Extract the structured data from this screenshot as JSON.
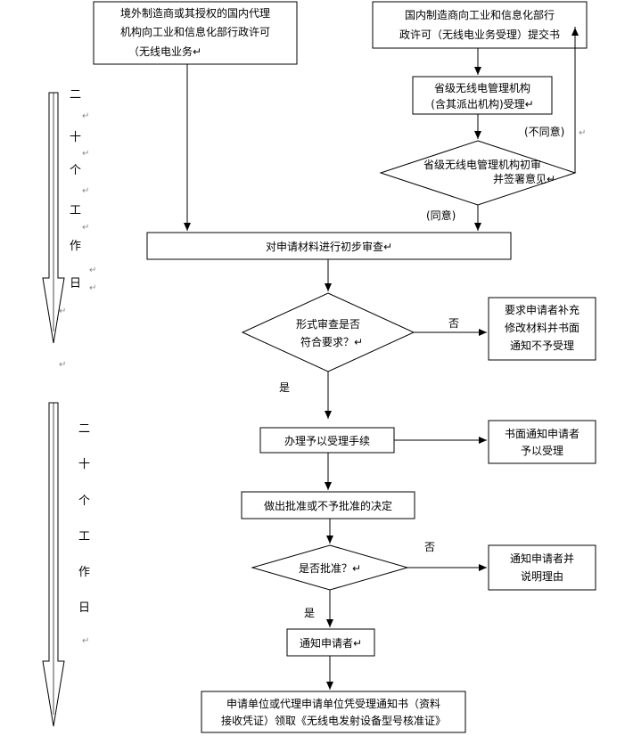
{
  "boxes": {
    "foreign": {
      "lines": [
        "境外制造商或其授权的国内代理",
        "机构向工业和信息化部行政许可",
        "（无线电业务↵"
      ]
    },
    "domestic": {
      "lines": [
        "国内制造商向工业和信息化部行",
        "政许可（无线电业务受理）提交书"
      ]
    },
    "provincial_accept": {
      "lines": [
        "省级无线电管理机构",
        "(含其派出机构)受理↵"
      ]
    },
    "provincial_review": {
      "lines": [
        "省级无线电管理机构初审",
        "并签署意见↵"
      ]
    },
    "initial_review": {
      "lines": [
        "对申请材料进行初步审查↵"
      ]
    },
    "form_check": {
      "lines": [
        "形式审查是否",
        "符合要求？↵"
      ]
    },
    "supplement": {
      "lines": [
        "要求申请者补充",
        "修改材料并书面",
        "通知不予受理"
      ]
    },
    "handle": {
      "lines": [
        "办理予以受理手续"
      ]
    },
    "notify_accept": {
      "lines": [
        "书面通知申请者",
        "予以受理"
      ]
    },
    "decision": {
      "lines": [
        "做出批准或不予批准的决定"
      ]
    },
    "approved_q": {
      "lines": [
        "是否批准？↵"
      ]
    },
    "notify_reason": {
      "lines": [
        "通知申请者并",
        "说明理由"
      ]
    },
    "notify_applicant": {
      "lines": [
        "通知申请者↵"
      ]
    },
    "collect": {
      "lines": [
        "申请单位或代理申请单位凭受理通知书（资料",
        "接收凭证）领取《无线电发射设备型号核准证》"
      ]
    }
  },
  "labels": {
    "disagree": "(不同意)",
    "agree": "(同意)",
    "no1": "否",
    "yes1": "是",
    "no2": "否",
    "yes2": "是"
  },
  "timeline": {
    "first": [
      "二",
      "十",
      "个",
      "工",
      "作",
      "日"
    ],
    "second": [
      "二",
      "十",
      "个",
      "工",
      "作",
      "日"
    ]
  },
  "colors": {
    "line": "#000000",
    "arrow_fill": "#ffffff"
  }
}
